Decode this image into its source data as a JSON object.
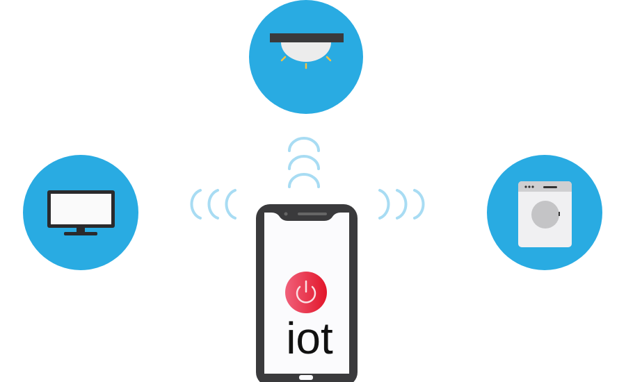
{
  "phone": {
    "app_label": "iot"
  },
  "colors": {
    "circle": "#29abe2",
    "wave": "#a8dcf3",
    "phone_frame": "#3a3a3c",
    "power_red": "#e8233a"
  },
  "devices": [
    "ceiling-light",
    "television",
    "washing-machine"
  ]
}
